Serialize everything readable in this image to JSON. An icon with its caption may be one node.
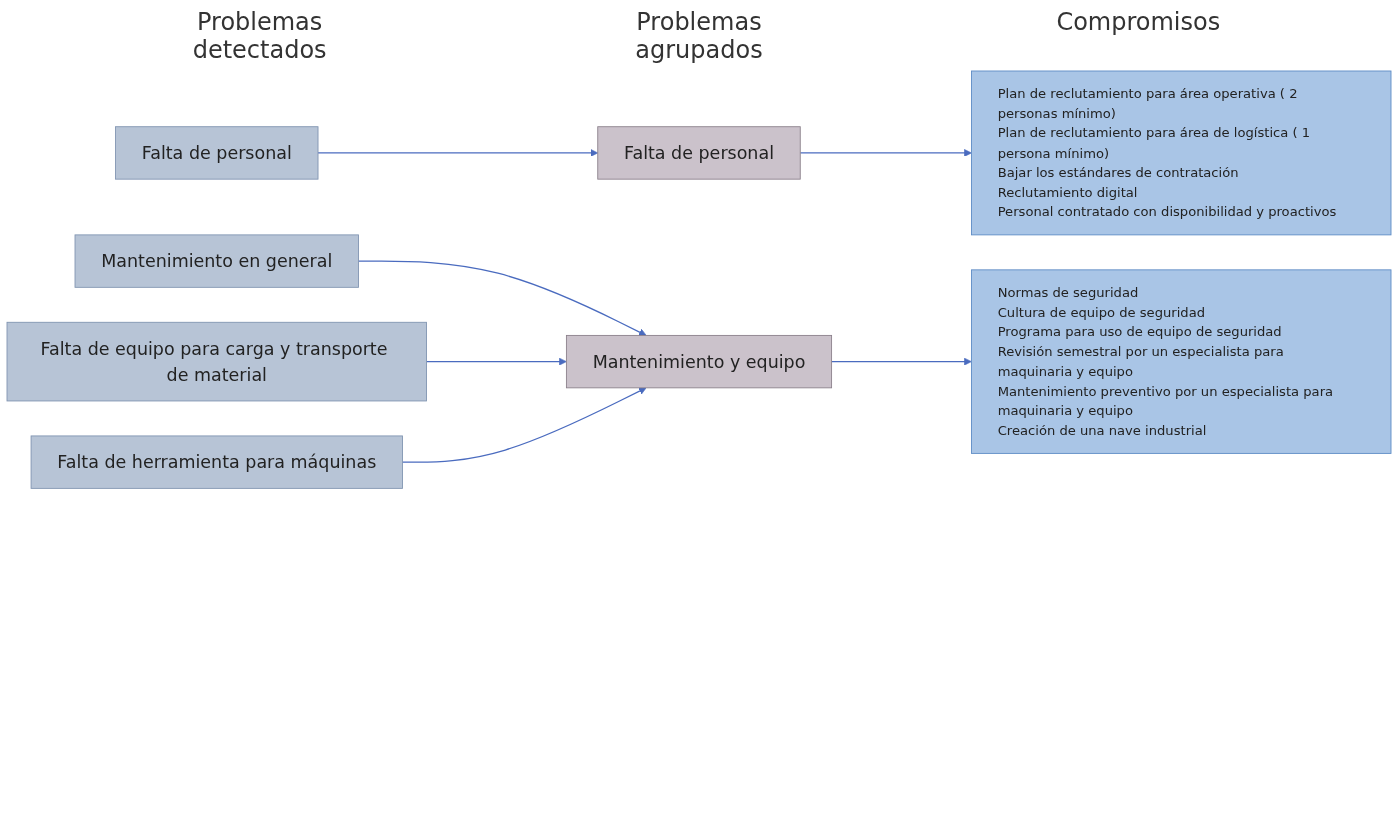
{
  "diagram": {
    "nodes": [
      {
        "text": [
          "Falta de personal"
        ]
      },
      {
        "text": [
          "Falta de personal"
        ]
      },
      {
        "text": [
          "Plan de reclutamiento para área operativa ( 2 personas mínimo)",
          "Plan de reclutamiento para área de logística ( 1 persona mínimo)",
          "Bajar los estándares de contratación",
          "Reclutamiento digital",
          "Personal contratado con disponibilidad y proactivos"
        ]
      },
      {
        "text": [
          "Mantenimiento en general"
        ]
      },
      {
        "text": [
          "Falta de equipo para carga y transporte de material"
        ]
      },
      {
        "text": [
          "Falta de herramienta para máquinas"
        ]
      },
      {
        "text": [
          "Mantenimiento y equipo"
        ]
      },
      {
        "text": [
          "Normas de seguridad",
          "Cultura de equipo de seguridad",
          "Programa para uso de equipo de seguridad",
          "Revisión semestral por un especialista para maquinaria y equipo",
          "Mantenimiento preventivo por un especialista para maquinaria y equipo",
          "Creación de una nave industrial"
        ]
      }
    ],
    "edges": [
      {
        "from": 0,
        "to": 1,
        "arrow": "to"
      },
      {
        "from": 1,
        "to": 2,
        "arrow": "to"
      },
      {
        "from": 3,
        "to": 6,
        "arrow": "to"
      },
      {
        "from": 4,
        "to": 6,
        "arrow": "to"
      },
      {
        "from": 5,
        "to": 6,
        "arrow": "to"
      },
      {
        "from": 6,
        "to": 7,
        "arrow": "to"
      }
    ],
    "labels": [
      "Problemas detectados",
      "Problemas agrupados",
      "Compromisos"
    ]
  }
}
